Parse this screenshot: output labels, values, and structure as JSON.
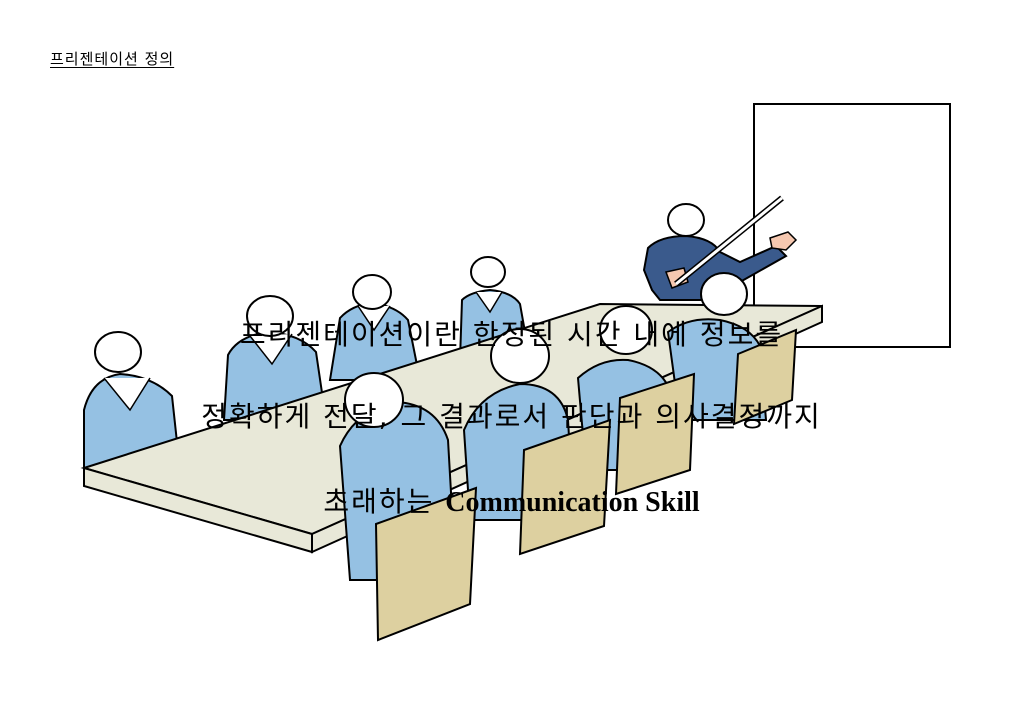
{
  "heading": "프리젠테이션 정의",
  "definition": {
    "line1": "프리젠테이션이란 한정된 시간 내에 정보를",
    "line2": "정확하게 전달, 그 결과로서 판단과 의사결정까지",
    "line3_korean": "초래하는 ",
    "line3_english": "Communication Skill"
  },
  "colors": {
    "audience_shirt": "#95c1e3",
    "presenter_suit": "#3a5a8c",
    "table_top": "#e8e8d8",
    "chair_back": "#ddd0a0",
    "board": "#ffffff"
  }
}
